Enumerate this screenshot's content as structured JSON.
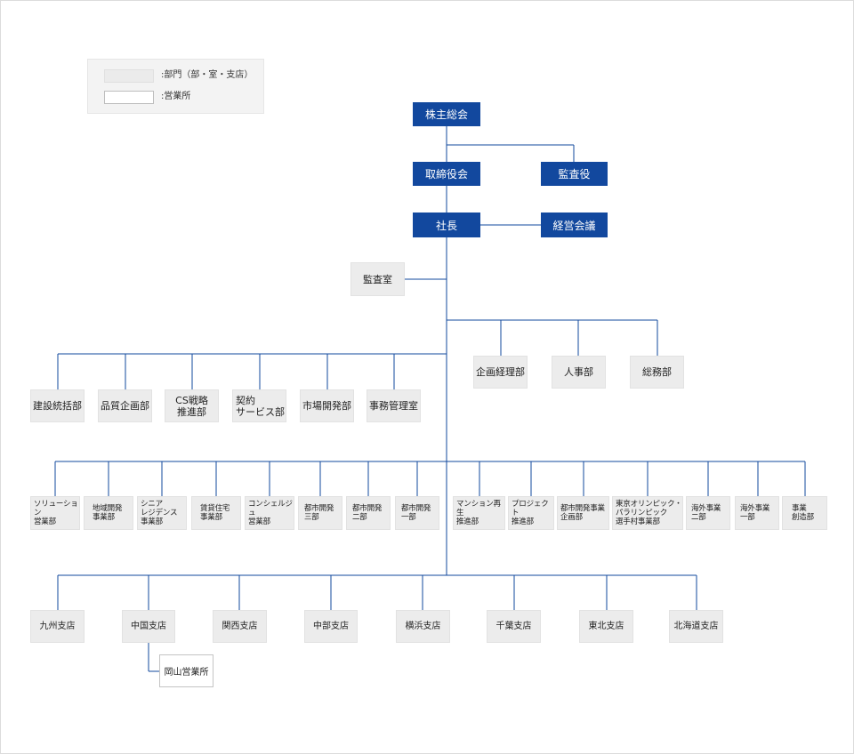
{
  "legend": {
    "department_label": ":部門（部・室・支店）",
    "office_label": ":営業所"
  },
  "colors": {
    "primary": "#12489e",
    "line": "#12489e",
    "department_bg": "#ececec",
    "office_border": "#c4c4c4"
  },
  "top": {
    "shareholders": "株主総会",
    "board": "取締役会",
    "auditor": "監査役",
    "president": "社長",
    "management_council": "経営会議",
    "audit_office": "監査室"
  },
  "admin_depts": [
    "企画経理部",
    "人事部",
    "総務部"
  ],
  "row1": [
    "建設統括部",
    "品質企画部",
    "CS戦略\n推進部",
    "契約\nサービス部",
    "市場開発部",
    "事務管理室"
  ],
  "row2": [
    "ソリューション\n営業部",
    "地域開発\n事業部",
    "シニア\nレジデンス\n事業部",
    "賃貸住宅\n事業部",
    "コンシェルジュ\n営業部",
    "都市開発\n三部",
    "都市開発\n二部",
    "都市開発\n一部",
    "マンション再生\n推進部",
    "プロジェクト\n推進部",
    "都市開発事業\n企画部",
    "東京オリンピック・\nパラリンピック\n選手村事業部",
    "海外事業\n二部",
    "海外事業\n一部",
    "事業\n創造部"
  ],
  "branches": [
    "九州支店",
    "中国支店",
    "関西支店",
    "中部支店",
    "横浜支店",
    "千葉支店",
    "東北支店",
    "北海道支店"
  ],
  "sub_offices": [
    "岡山営業所"
  ]
}
